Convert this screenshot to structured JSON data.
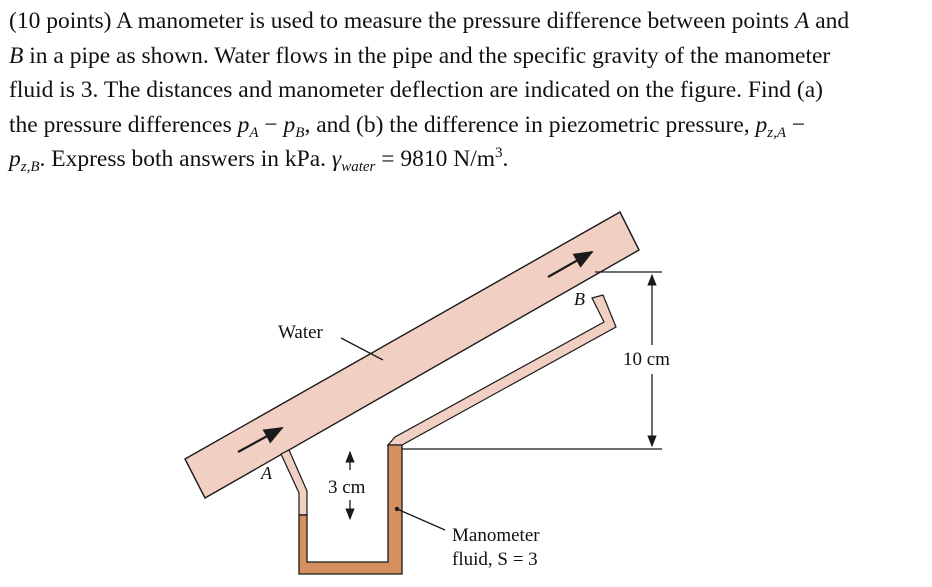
{
  "problem": {
    "line1_pre": "(10 points) A manometer is used to measure the pressure difference between points ",
    "point_a": "A",
    "line1_and": " and",
    "point_b": "B",
    "line2_post": " in a pipe as shown. Water flows in the pipe and the specific gravity of the manometer",
    "line3": "fluid is 3. The distances and manometer deflection are indicated on the figure. Find (a)",
    "line4_pre": "the pressure differences ",
    "p": "p",
    "sub_a": "A",
    "minus": " − ",
    "sub_b": "B",
    "line4_mid": ", and (b) the difference in piezometric pressure, ",
    "sub_za": "z,A",
    "line4_end": " −",
    "sub_zb": "z,B",
    "line5_mid": ". Express both answers in kPa. ",
    "gamma": "γ",
    "sub_water": "water",
    "line5_eq": " = 9810 N/m",
    "sup_3": "3",
    "line5_end": "."
  },
  "figure": {
    "label_water": "Water",
    "label_a": "A",
    "label_b": "B",
    "label_3cm": "3 cm",
    "label_10cm": "10 cm",
    "label_manometer": "Manometer",
    "label_fluid": "fluid, S = 3",
    "colors": {
      "pipe": "#f2cfc3",
      "manometer_fluid": "#d4915f",
      "outline": "#1a1a1a"
    }
  }
}
